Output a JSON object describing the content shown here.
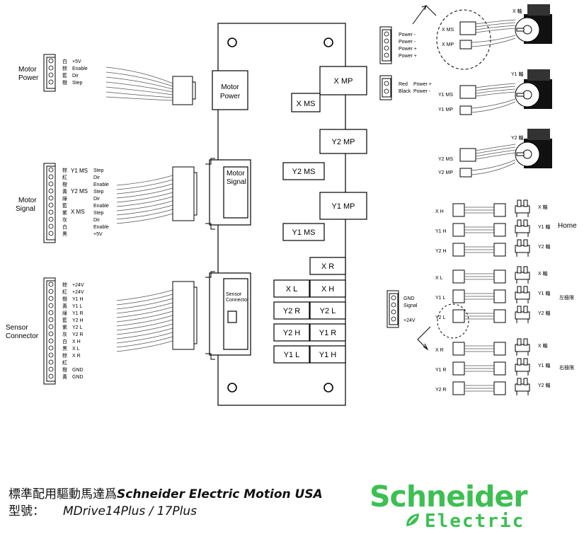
{
  "left": {
    "motor_power": {
      "label": "Motor Power",
      "pins": [
        {
          "color": "白",
          "signal": "+5V"
        },
        {
          "color": "棕",
          "signal": "Enable"
        },
        {
          "color": "藍",
          "signal": "Dir"
        },
        {
          "color": "橙",
          "signal": "Step"
        }
      ]
    },
    "motor_signal": {
      "label": "Motor Signal",
      "colors": [
        "棕",
        "紅",
        "橙",
        "黃",
        "綠",
        "藍",
        "紫",
        "灰",
        "白",
        "黑"
      ],
      "groups": [
        "Y1 MS",
        "Y2 MS",
        "X MS"
      ],
      "signals": [
        "Step",
        "Dir",
        "Enable",
        "Step",
        "Dir",
        "Enable",
        "Step",
        "Dir",
        "Enable",
        "+5V"
      ]
    },
    "sensor_connector": {
      "label": "Sensor Connector",
      "colors": [
        "棕",
        "紅",
        "橙",
        "黃",
        "綠",
        "藍",
        "紫",
        "灰",
        "白",
        "黑",
        "棕",
        "紅",
        "橙",
        "黃"
      ],
      "signals": [
        "+24V",
        "+24V",
        "Y1 H",
        "Y1 L",
        "Y1 R",
        "Y2 H",
        "Y2 L",
        "Y2 R",
        "X H",
        "X L",
        "X R",
        "",
        "GND",
        "GND"
      ]
    }
  },
  "board": {
    "motor_power": "Motor Power",
    "motor_signal": "Motor Signal",
    "sensor_connector": "Sensor Connector",
    "x_mp": "X MP",
    "x_ms": "X MS",
    "y2_mp": "Y2 MP",
    "y2_ms": "Y2 MS",
    "y1_mp": "Y1 MP",
    "y1_ms": "Y1 MS",
    "sensors": [
      "X R",
      "X L",
      "X H",
      "Y2 R",
      "Y2 L",
      "Y2 H",
      "Y1 R",
      "Y1 L",
      "Y1 H"
    ]
  },
  "right": {
    "power_conn": [
      "Power -",
      "Power -",
      "Power +",
      "Power +"
    ],
    "red_black": [
      "Red",
      "Power +",
      "Black",
      "Power -"
    ],
    "motors": [
      {
        "name": "X 軸",
        "ms": "X MS",
        "mp": "X MP"
      },
      {
        "name": "Y1 軸",
        "ms": "Y1 MS",
        "mp": "Y1 MP"
      },
      {
        "name": "Y2 軸",
        "ms": "Y2 MS",
        "mp": "Y2 MP"
      }
    ],
    "home": {
      "label": "Home",
      "rows": [
        {
          "conn": "X H",
          "axis": "X 軸"
        },
        {
          "conn": "Y1 H",
          "axis": "Y1 軸"
        },
        {
          "conn": "Y2 H",
          "axis": "Y2 軸"
        }
      ]
    },
    "left_limit": {
      "label": "左極限",
      "rows": [
        {
          "conn": "X L",
          "axis": "X 軸"
        },
        {
          "conn": "Y1 L",
          "axis": "Y1 軸"
        },
        {
          "conn": "Y2 L",
          "axis": "Y2 軸"
        }
      ]
    },
    "right_limit": {
      "label": "右極限",
      "rows": [
        {
          "conn": "X R",
          "axis": "X 軸"
        },
        {
          "conn": "Y1 R",
          "axis": "Y1 軸"
        },
        {
          "conn": "Y2 R",
          "axis": "Y2 軸"
        }
      ]
    },
    "gnd_conn": [
      "GND",
      "Signal",
      "+24V"
    ]
  },
  "footer": {
    "line1_prefix": "標準配用驅動馬達爲",
    "line1_brand": "Schneider Electric Motion USA",
    "line2_label": "型號：",
    "line2_model": "MDrive14Plus / 17Plus"
  },
  "logo": {
    "name": "Schneider",
    "sub": "Electric",
    "color": "#3dbf52"
  }
}
